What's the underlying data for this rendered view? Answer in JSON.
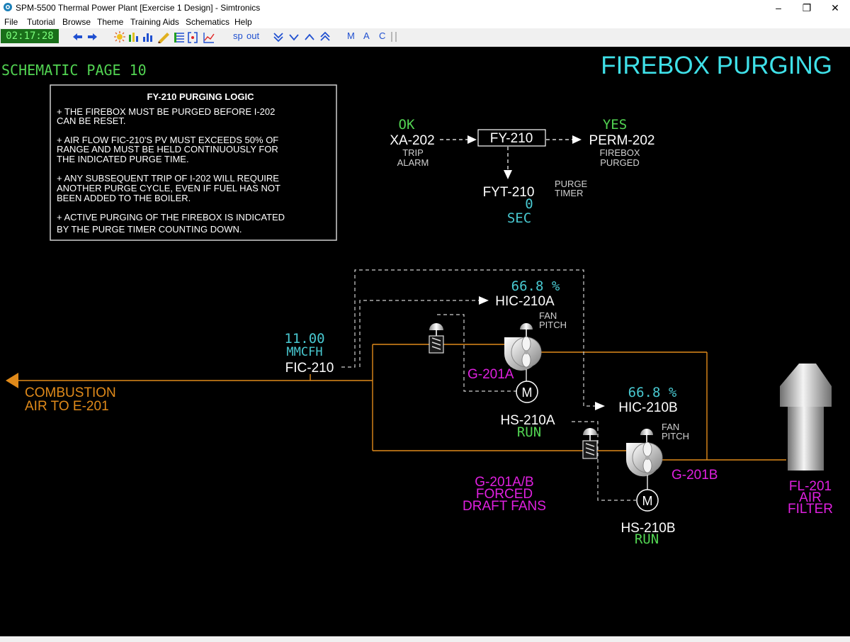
{
  "window": {
    "title": "SPM-5500 Thermal Power Plant [Exercise 1 Design] - Simtronics",
    "controls": [
      "–",
      "❐",
      "✕"
    ]
  },
  "menu": [
    "File",
    "Tutorial",
    "Browse",
    "Theme",
    "Training Aids",
    "Schematics",
    "Help"
  ],
  "toolbar": {
    "clock": "02:17:28",
    "sp": "sp",
    "out": "out",
    "m": "M",
    "a": "A",
    "c": "C"
  },
  "schematic": {
    "page_label": "SCHEMATIC PAGE 10",
    "title": "FIREBOX PURGING",
    "logic_box": {
      "heading": "FY-210 PURGING LOGIC",
      "lines": [
        "+ THE FIREBOX MUST BE PURGED BEFORE I-202",
        "CAN BE RESET.",
        "+ AIR FLOW FIC-210'S PV MUST EXCEEDS 50% OF",
        "RANGE AND MUST BE HELD CONTINUOUSLY FOR",
        "THE INDICATED PURGE TIME.",
        "+ ANY SUBSEQUENT TRIP OF I-202 WILL REQUIRE",
        "ANOTHER PURGE CYCLE, EVEN IF FUEL HAS NOT",
        "BEEN ADDED TO THE BOILER.",
        "+ ACTIVE PURGING OF THE FIREBOX IS INDICATED",
        "BY THE PURGE TIMER COUNTING DOWN."
      ]
    },
    "xa202": {
      "status": "OK",
      "tag": "XA-202",
      "desc1": "TRIP",
      "desc2": "ALARM"
    },
    "fy210": {
      "tag": "FY-210"
    },
    "perm202": {
      "status": "YES",
      "tag": "PERM-202",
      "desc1": "FIREBOX",
      "desc2": "PURGED"
    },
    "fyt210": {
      "tag": "FYT-210",
      "value": "0",
      "unit": "SEC",
      "desc1": "PURGE",
      "desc2": "TIMER"
    },
    "fic210": {
      "value": "11.00",
      "unit": "MMCFH",
      "tag": "FIC-210"
    },
    "combustion": {
      "line1": "COMBUSTION",
      "line2": "AIR TO E-201"
    },
    "hic210a": {
      "value": "66.8 %",
      "tag": "HIC-210A",
      "desc1": "FAN",
      "desc2": "PITCH"
    },
    "hic210b": {
      "value": "66.8 %",
      "tag": "HIC-210B",
      "desc1": "FAN",
      "desc2": "PITCH"
    },
    "g201a": {
      "tag": "G-201A"
    },
    "g201b": {
      "tag": "G-201B"
    },
    "motor_symbol": "M",
    "hs210a": {
      "tag": "HS-210A",
      "status": "RUN"
    },
    "hs210b": {
      "tag": "HS-210B",
      "status": "RUN"
    },
    "fans_label": {
      "line1": "G-201A/B",
      "line2": "FORCED",
      "line3": "DRAFT FANS"
    },
    "filter_label": {
      "line1": "FL-201",
      "line2": "AIR",
      "line3": "FILTER"
    },
    "colors": {
      "cyan_title": "#3fe0e8",
      "green": "#52d452",
      "value_cyan": "#48c8d0",
      "white": "#ffffff",
      "magenta": "#e020e0",
      "pipe_orange": "#e08a1a"
    }
  }
}
